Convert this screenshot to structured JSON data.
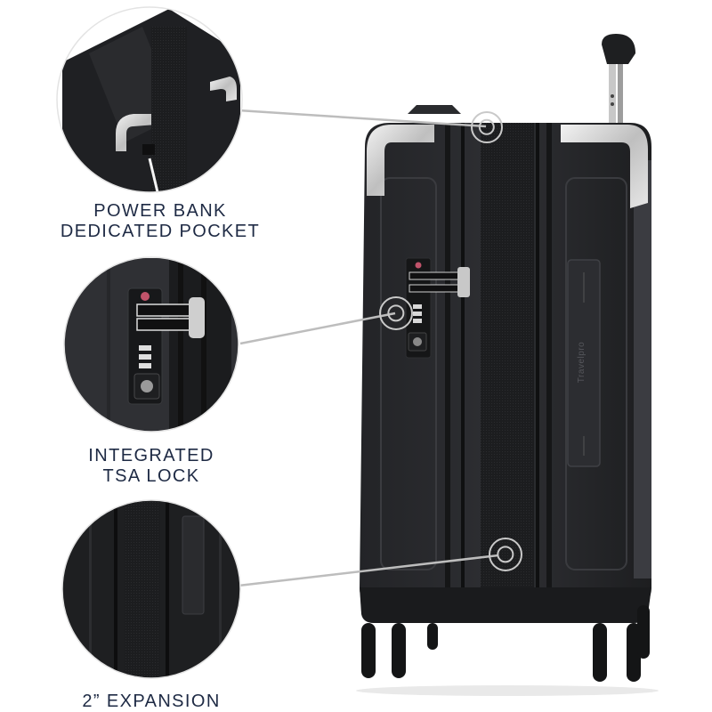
{
  "product": {
    "brand_mark": "Travelpro"
  },
  "features": [
    {
      "id": "power-bank",
      "label_lines": [
        "POWER BANK",
        "DEDICATED POCKET"
      ]
    },
    {
      "id": "tsa-lock",
      "label_lines": [
        "INTEGRATED",
        "TSA LOCK"
      ]
    },
    {
      "id": "expansion",
      "label_lines": [
        "2” EXPANSION"
      ]
    }
  ],
  "colors": {
    "label_text": "#1e2a44",
    "callout_line": "#bdbdbd",
    "shell": "#2b2c2f",
    "shell_dark": "#1b1c1e",
    "chrome": "#d9d9d9",
    "tsa_mark": "#c0536a",
    "background": "#ffffff"
  }
}
